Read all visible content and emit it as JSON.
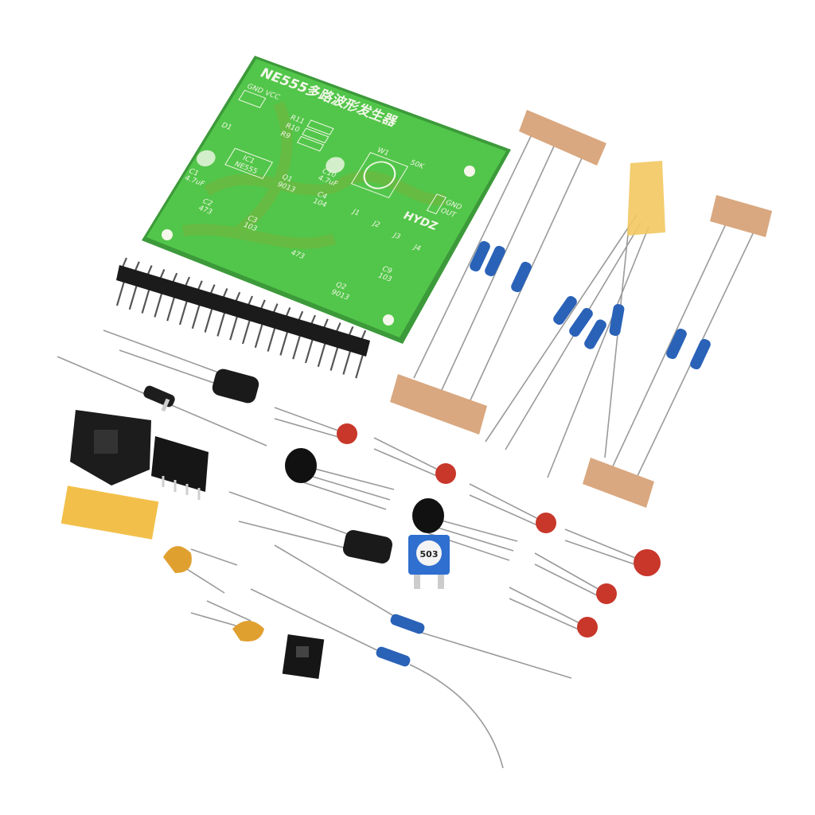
{
  "pcb": {
    "title": "NE555多路波形发生器",
    "brand": "HYDZ",
    "labels": {
      "gnd_top": "GND",
      "vcc": "VCC",
      "w1": "W1",
      "pot_value": "50K",
      "gnd": "GND",
      "out": "OUT",
      "ic1": "IC1",
      "ic_name": "NE555",
      "c1": "C1",
      "c1_value": "4.7uF",
      "c10": "C10",
      "c10_value": "4.7uF",
      "q1": "Q1",
      "q1_part": "9013",
      "q2": "Q2",
      "q2_part": "9013",
      "c4": "C4",
      "c4_value": "104",
      "c3": "C3",
      "c3_value": "103",
      "c2": "C2",
      "c2_value": "473",
      "c9": "C9",
      "c9_value": "103",
      "c678_value": "473",
      "d1": "D1",
      "j1": "J1",
      "j2": "J2",
      "j3": "J3",
      "j4": "J4",
      "r9": "R9",
      "r10": "R10",
      "r11": "R11"
    }
  },
  "potentiometer": {
    "marking": "503"
  },
  "colors": {
    "pcb_green": "#4fc94a",
    "resistor_blue": "#2a62b8",
    "ceramic_red": "#c8372a",
    "tape": "#d9a880",
    "yellow_tape": "#f2c04a"
  }
}
